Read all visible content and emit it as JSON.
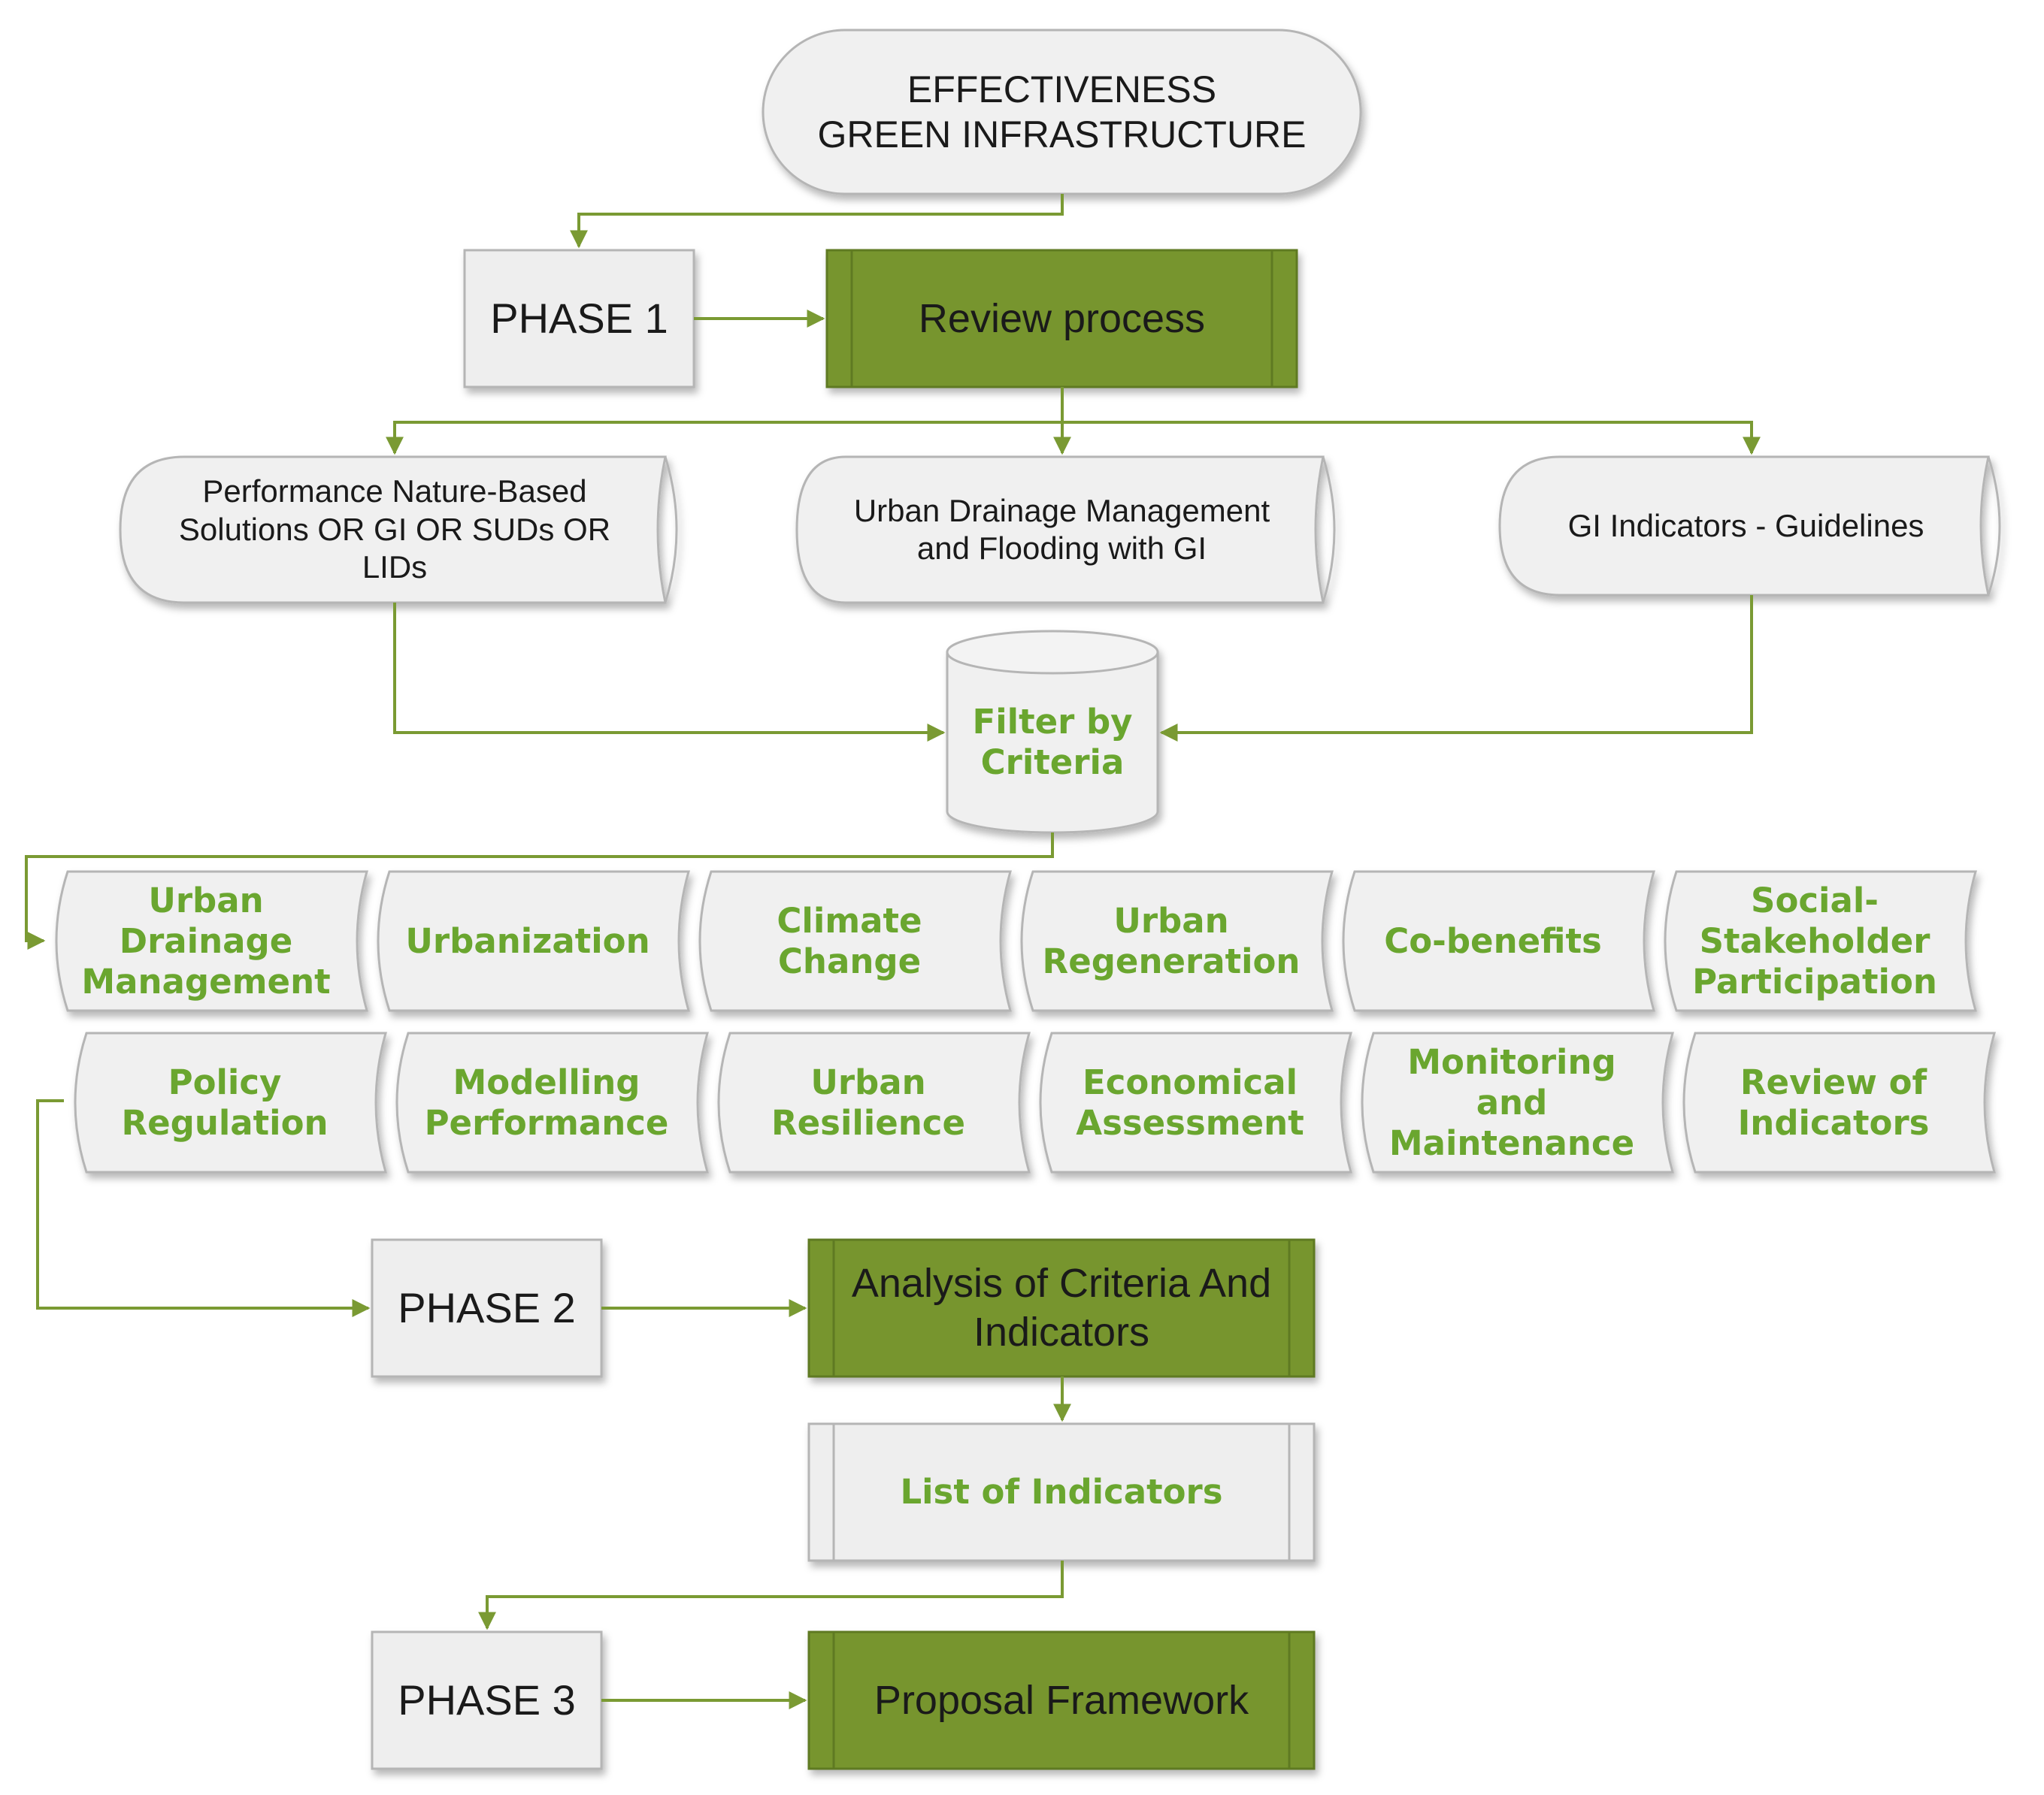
{
  "colors": {
    "accent_green": "#77952d",
    "connector": "#7a9a33",
    "criteria_text": "#6aa62f",
    "box_fill": "#f0f0f0",
    "box_stroke": "#b5b5b5"
  },
  "title_node": "EFFECTIVENESS\nGREEN INFRASTRUCTURE",
  "phases": {
    "phase1": "PHASE 1",
    "phase2": "PHASE 2",
    "phase3": "PHASE 3"
  },
  "process_nodes": {
    "review": "Review process",
    "analysis": "Analysis of Criteria And\nIndicators",
    "list": "List of Indicators",
    "proposal": "Proposal Framework"
  },
  "sources": [
    "Performance Nature-Based\nSolutions OR GI OR SUDs OR\nLIDs",
    "Urban Drainage Management\nand Flooding with GI",
    "GI Indicators - Guidelines"
  ],
  "filter_node": "Filter by\nCriteria",
  "criteria_row1": [
    "Urban Drainage\nManagement",
    "Urbanization",
    "Climate Change",
    "Urban\nRegeneration",
    "Co-benefits",
    "Social-\nStakeholder\nParticipation"
  ],
  "criteria_row2": [
    "Policy\nRegulation",
    "Modelling\nPerformance",
    "Urban Resilience",
    "Economical\nAssessment",
    "Monitoring and\nMaintenance",
    "Review of\nIndicators"
  ]
}
